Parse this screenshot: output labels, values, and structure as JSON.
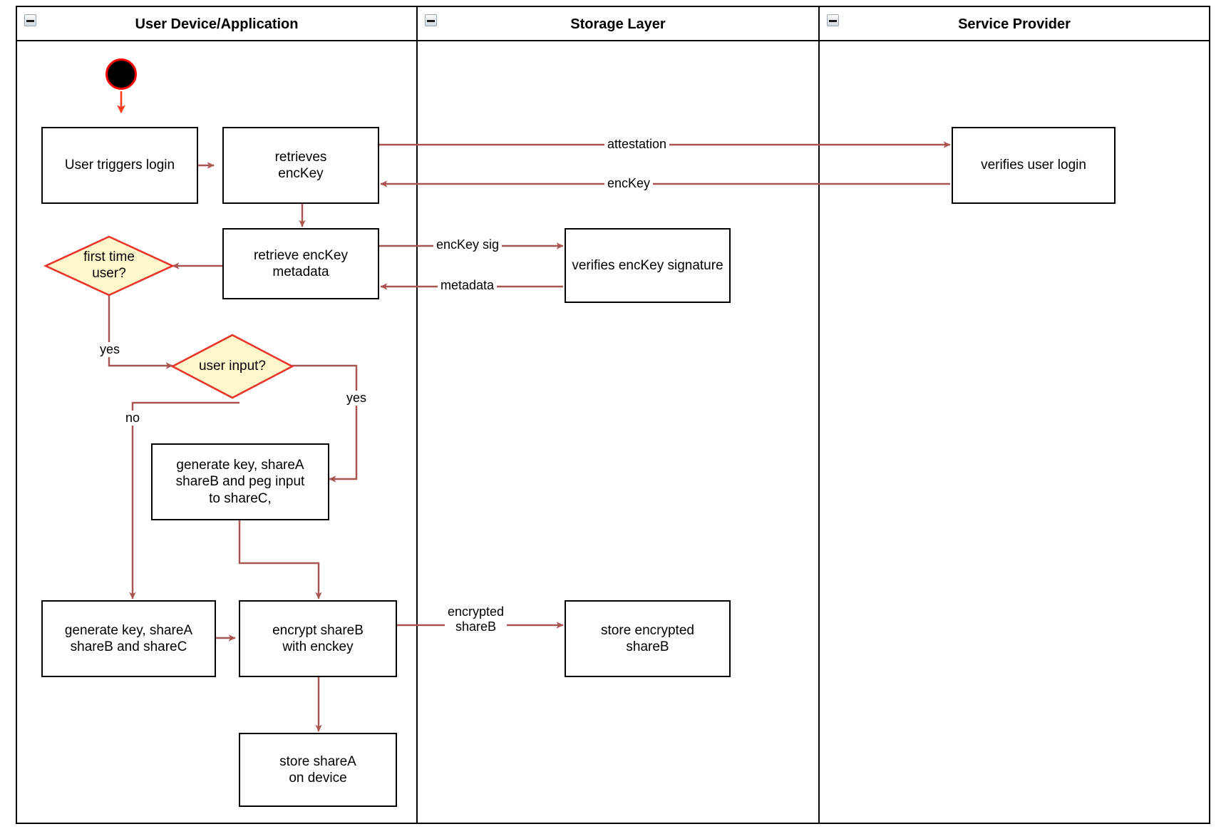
{
  "diagram": {
    "type": "uml-activity-swimlane",
    "accent_edge_color": "#a85450",
    "start_edge_color": "#ff3b1f",
    "decision_fill": "#fff7cc",
    "decision_stroke": "#e8342a",
    "node_stroke": "#000000",
    "node_fill": "#ffffff"
  },
  "lanes": [
    {
      "id": "user-device",
      "title": "User Device/Application",
      "collapse_icon": "minus-icon"
    },
    {
      "id": "storage-layer",
      "title": "Storage Layer",
      "collapse_icon": "minus-icon"
    },
    {
      "id": "service-provider",
      "title": "Service Provider",
      "collapse_icon": "minus-icon"
    }
  ],
  "start_node": {
    "name": "initial-node"
  },
  "nodes": [
    {
      "id": "user-triggers-login",
      "lane": "user-device",
      "label": "User triggers login"
    },
    {
      "id": "retrieves-enckey",
      "lane": "user-device",
      "label": "retrieves\nencKey"
    },
    {
      "id": "retrieve-enckey-metadata",
      "lane": "user-device",
      "label": "retrieve encKey\nmetadata"
    },
    {
      "id": "generate-key-peg-input",
      "lane": "user-device",
      "label": "generate key, shareA\nshareB and peg input\nto shareC,"
    },
    {
      "id": "generate-key-sharec",
      "lane": "user-device",
      "label": "generate key, shareA\nshareB and shareC"
    },
    {
      "id": "encrypt-shareb",
      "lane": "user-device",
      "label": "encrypt shareB\nwith enckey"
    },
    {
      "id": "store-sharea-on-device",
      "lane": "user-device",
      "label": "store shareA\non device"
    },
    {
      "id": "verifies-enckey-signature",
      "lane": "storage-layer",
      "label": "verifies encKey signature"
    },
    {
      "id": "store-encrypted-shareb",
      "lane": "storage-layer",
      "label": "store encrypted\nshareB"
    },
    {
      "id": "verifies-user-login",
      "lane": "service-provider",
      "label": "verifies user login"
    }
  ],
  "decisions": [
    {
      "id": "first-time-user",
      "lane": "user-device",
      "label": "first time\nuser?"
    },
    {
      "id": "user-input",
      "lane": "user-device",
      "label": "user input?"
    }
  ],
  "edge_labels": {
    "attestation": "attestation",
    "enckey": "encKey",
    "enckey_sig": "encKey sig",
    "metadata": "metadata",
    "yes_first_time": "yes",
    "yes_user_input": "yes",
    "no_user_input": "no",
    "encrypted_shareb": "encrypted\nshareB"
  }
}
